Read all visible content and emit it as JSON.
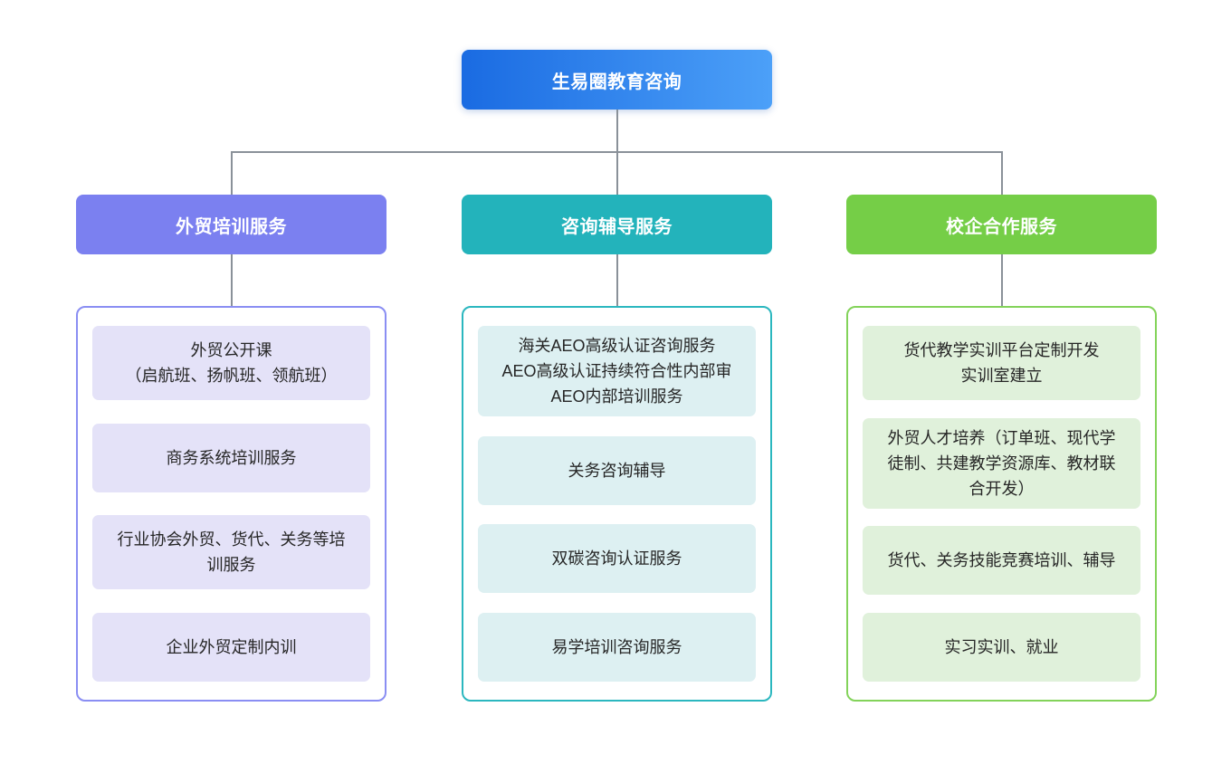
{
  "diagram": {
    "root": {
      "label": "生易圈教育咨询"
    },
    "branches": [
      {
        "label": "外贸培训服务",
        "colors": {
          "header": "#7B80F0",
          "border": "#8A8EF3",
          "item_bg": "#E4E2F8"
        },
        "items": [
          {
            "lines": [
              "外贸公开课",
              "（启航班、扬帆班、领航班）"
            ]
          },
          {
            "lines": [
              "商务系统培训服务"
            ]
          },
          {
            "lines": [
              "行业协会外贸、货代、关务等培",
              "训服务"
            ]
          },
          {
            "lines": [
              "企业外贸定制内训"
            ]
          }
        ]
      },
      {
        "label": "咨询辅导服务",
        "colors": {
          "header": "#23B3BB",
          "border": "#2BB7BF",
          "item_bg": "#DDF0F2"
        },
        "items": [
          {
            "lines": [
              "海关AEO高级认证咨询服务",
              "AEO高级认证持续符合性内部审",
              "AEO内部培训服务"
            ]
          },
          {
            "lines": [
              "关务咨询辅导"
            ]
          },
          {
            "lines": [
              "双碳咨询认证服务"
            ]
          },
          {
            "lines": [
              "易学培训咨询服务"
            ]
          }
        ]
      },
      {
        "label": "校企合作服务",
        "colors": {
          "header": "#75CE47",
          "border": "#83D35A",
          "item_bg": "#E0F1DB"
        },
        "items": [
          {
            "lines": [
              "货代教学实训平台定制开发",
              "实训室建立"
            ]
          },
          {
            "lines": [
              "外贸人才培养（订单班、现代学",
              "徒制、共建教学资源库、教材联",
              "合开发）"
            ]
          },
          {
            "lines": [
              "货代、关务技能竞赛培训、辅导"
            ]
          },
          {
            "lines": [
              "实习实训、就业"
            ]
          }
        ]
      }
    ],
    "colors": {
      "root_gradient_start": "#1A6BE2",
      "root_gradient_end": "#4CA0F8",
      "root_text": "#FFFFFF",
      "header_text": "#FFFFFF",
      "item_text": "#262626",
      "connector": "#8A9199",
      "background": "#FFFFFF"
    }
  }
}
